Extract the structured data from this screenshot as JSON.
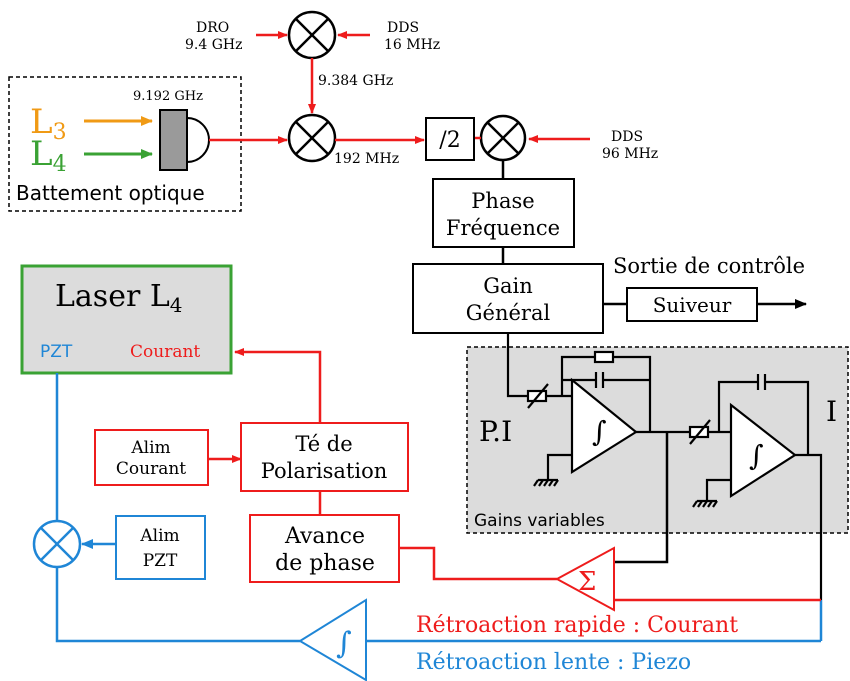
{
  "colors": {
    "rf_red": "#ee1c1c",
    "slow_blue": "#1f86d6",
    "laser_green": "#3aa234",
    "l3_orange": "#f09a15",
    "l4_green": "#3aa234",
    "box_gray": "#dcdcdc",
    "black": "#000000"
  },
  "sources": {
    "dro": {
      "line1": "DRO",
      "line2": "9.4 GHz"
    },
    "dds1": {
      "line1": "DDS",
      "line2": "16 MHz"
    },
    "dds2": {
      "line1": "DDS",
      "line2": "96 MHz"
    }
  },
  "freqs": {
    "f_9384": "9.384 GHz",
    "f_9192": "9.192 GHz",
    "f_192": "192 MHz"
  },
  "optical": {
    "l3": "L",
    "l3_sub": "3",
    "l4": "L",
    "l4_sub": "4",
    "title": "Battement optique"
  },
  "blocks": {
    "divider": "/2",
    "phase_freq": {
      "line1": "Phase",
      "line2": "Fréquence"
    },
    "gain": {
      "line1": "Gain",
      "line2": "Général"
    },
    "control_out": "Sortie de contrôle",
    "follower": "Suiveur",
    "laser": {
      "title": "Laser L",
      "sub": "4",
      "pzt": "PZT",
      "current": "Courant"
    },
    "alim_current": {
      "line1": "Alim",
      "line2": "Courant"
    },
    "bias_tee": {
      "line1": "Té de",
      "line2": "Polarisation"
    },
    "phase_lead": {
      "line1": "Avance",
      "line2": "de phase"
    },
    "alim_pzt": {
      "line1": "Alim",
      "line2": "PZT"
    },
    "variable_gains": "Gains variables",
    "pi_label": "P.I",
    "i_label": "I",
    "sum": "Σ",
    "integral": "∫"
  },
  "feedback": {
    "fast": "Rétroaction rapide : Courant",
    "slow": "Rétroaction lente : Piezo"
  }
}
